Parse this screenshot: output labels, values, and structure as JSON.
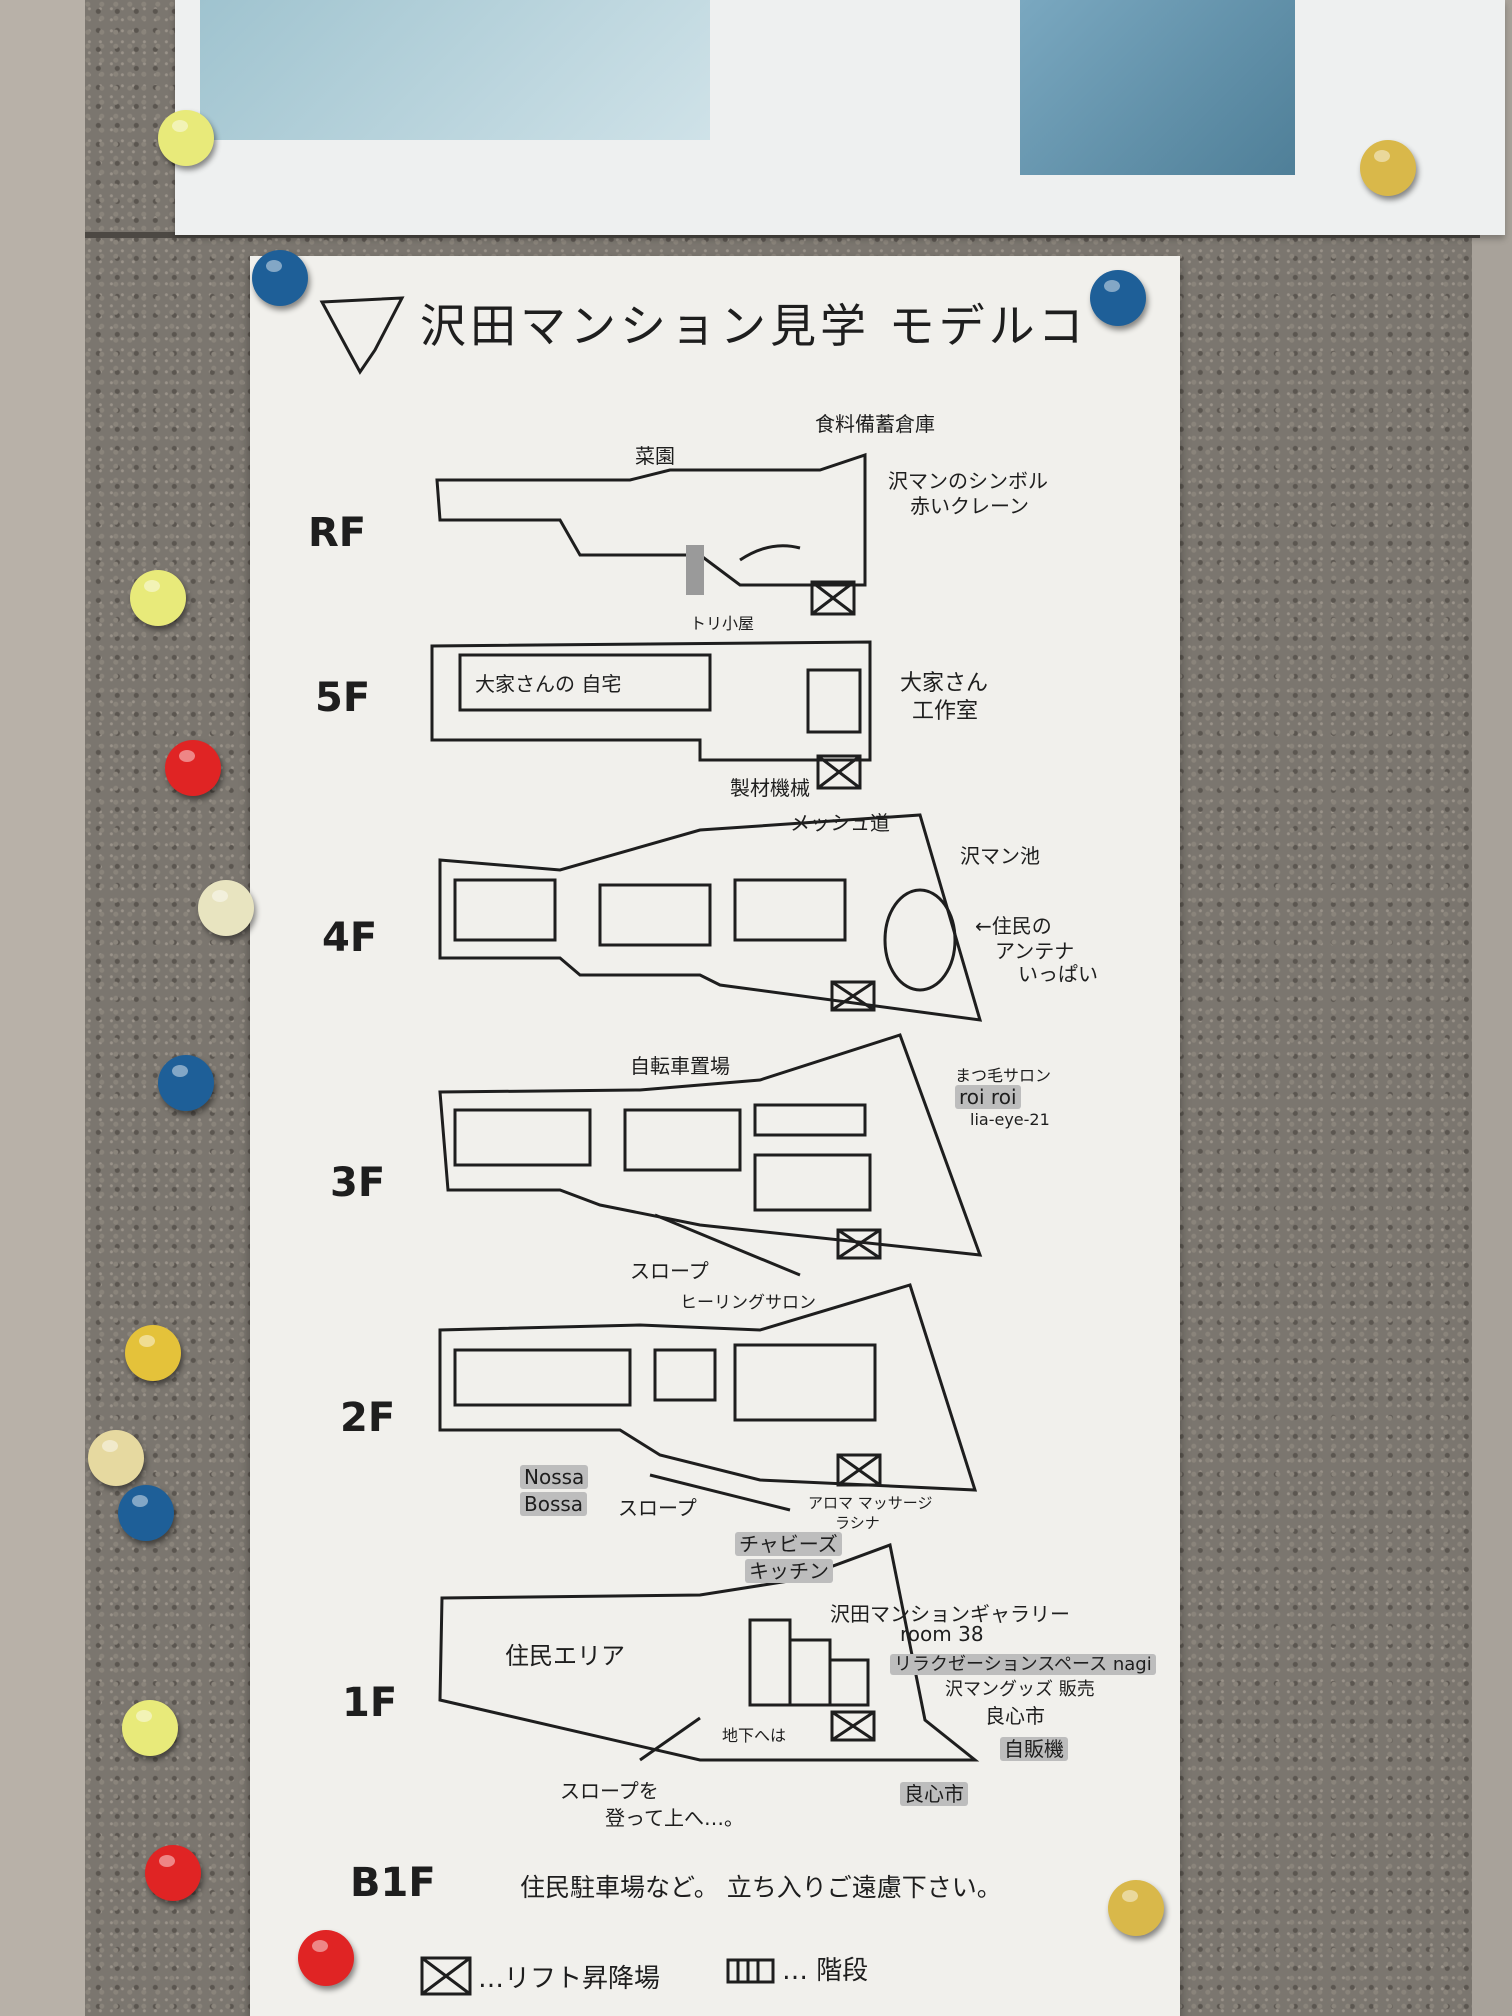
{
  "poster": {
    "title": "沢田マンション見学 モデルコ",
    "floors": [
      "RF",
      "5F",
      "4F",
      "3F",
      "2F",
      "1F",
      "B1F"
    ],
    "rf": {
      "garden": "菜園",
      "storage": "食料備蓄倉庫",
      "crane_1": "沢マンのシンボル",
      "crane_2": "赤いクレーン",
      "hut": "トリ小屋"
    },
    "f5": {
      "home": "大家さんの 自宅",
      "workshop_1": "大家さん",
      "workshop_2": "工作室",
      "sawmill": "製材機械"
    },
    "f4": {
      "mesh": "メッシュ道",
      "pond": "沢マン池",
      "antenna_1": "←住民の",
      "antenna_2": "アンテナ",
      "antenna_3": "いっぱい"
    },
    "f3": {
      "bike": "自転車置場",
      "salon_1": "まつ毛サロン",
      "salon_2": "roi roi",
      "salon_3": "lia-eye-21",
      "slope": "スロープ"
    },
    "f2": {
      "healing": "ヒーリングサロン",
      "nossa_1": "Nossa",
      "nossa_2": "Bossa",
      "slope": "スロープ",
      "aroma_1": "アロマ マッサージ",
      "aroma_2": "ラシナ"
    },
    "f1": {
      "residents": "住民エリア",
      "kitchen_1": "チャビーズ",
      "kitchen_2": "キッチン",
      "gallery_1": "沢田マンションギャラリー",
      "gallery_2": "room 38",
      "relax": "リラクゼーションスペース nagi",
      "goods": "沢マングッズ 販売",
      "market": "良心市",
      "vending": "自販機",
      "market_2": "良心市",
      "basement": "地下へは",
      "slope_1": "スロープを",
      "slope_2": "登って上へ…。"
    },
    "b1f_note": "住民駐車場など。 立ち入りご遠慮下さい。",
    "legend": {
      "lift": "…リフト昇降場",
      "stairs": "… 階段"
    }
  },
  "colors": {
    "ink": "#1e1e1e",
    "paper": "#f1f0ec",
    "cork": "#7b766f",
    "pin_blue": "#1e5f98",
    "pin_red": "#e02424",
    "pin_yellow": "#e8ea7a",
    "pin_gold": "#d9b84a"
  }
}
